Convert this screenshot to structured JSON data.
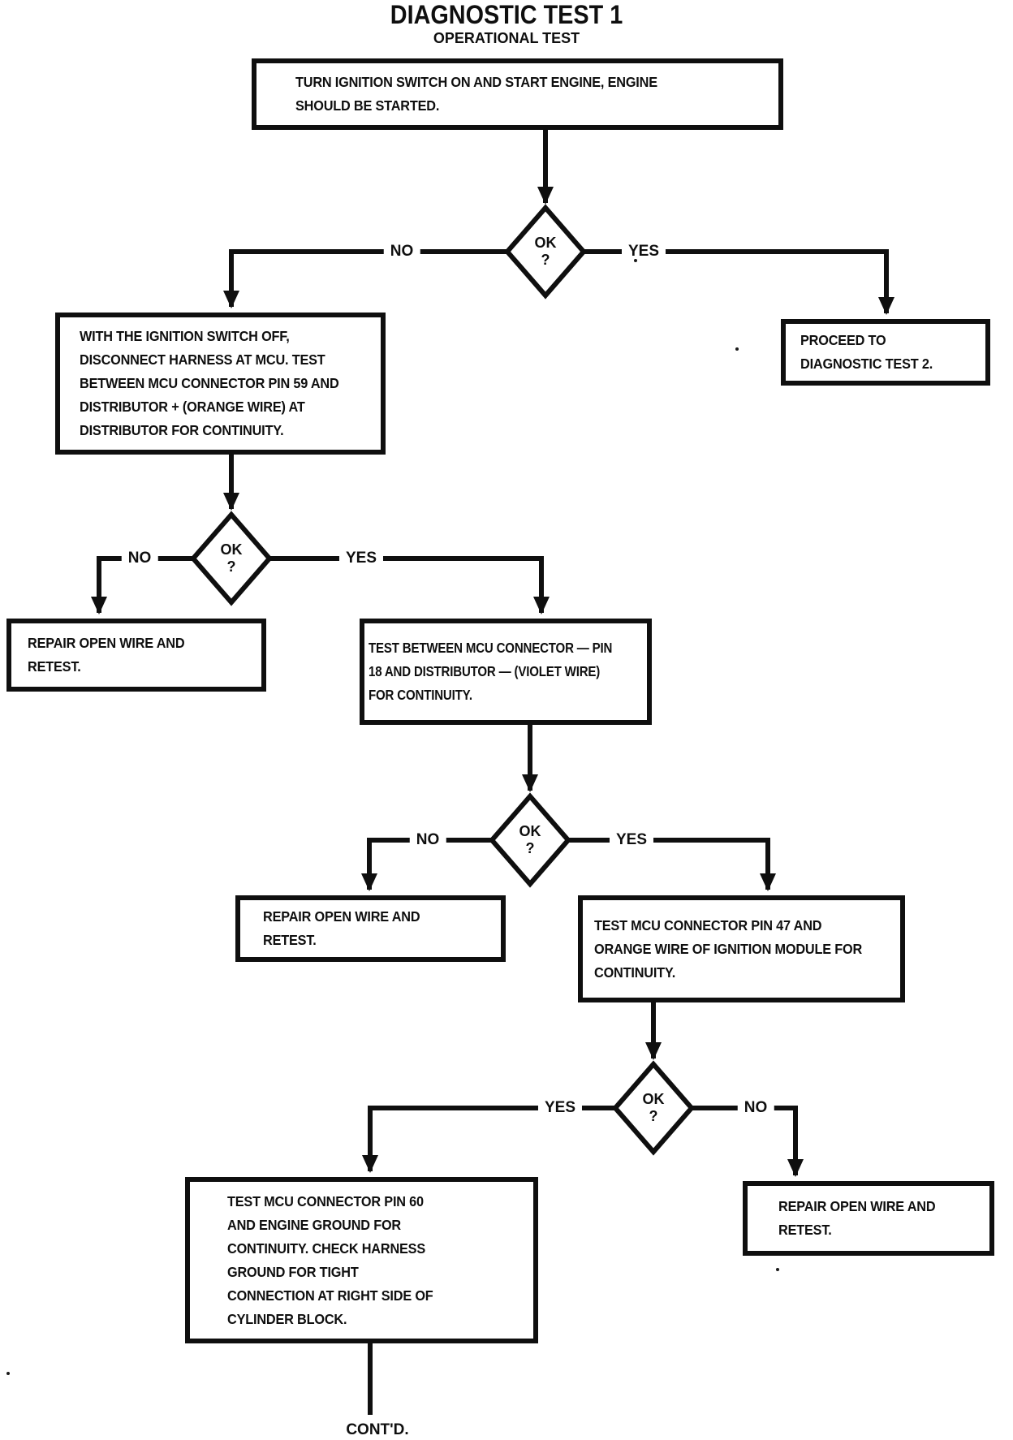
{
  "page": {
    "title": "DIAGNOSTIC TEST 1",
    "subtitle": "OPERATIONAL TEST",
    "footer": "CONT'D."
  },
  "labels": {
    "yes": "YES",
    "no": "NO",
    "ok": "OK\n?"
  },
  "nodes": {
    "start": "TURN IGNITION SWITCH ON AND START ENGINE, ENGINE\nSHOULD BE STARTED.",
    "proceed": "PROCEED TO\nDIAGNOSTIC TEST 2.",
    "check_pin59": "WITH THE IGNITION SWITCH OFF,\nDISCONNECT HARNESS AT MCU. TEST\nBETWEEN MCU CONNECTOR PIN 59 AND\nDISTRIBUTOR + (ORANGE WIRE) AT\nDISTRIBUTOR FOR CONTINUITY.",
    "repair1": "REPAIR OPEN WIRE AND\nRETEST.",
    "check_pin18": "TEST BETWEEN MCU CONNECTOR — PIN\n18 AND DISTRIBUTOR — (VIOLET WIRE)\nFOR CONTINUITY.",
    "repair2": "REPAIR OPEN WIRE AND\nRETEST.",
    "check_pin47": "TEST MCU CONNECTOR PIN 47 AND\nORANGE WIRE OF IGNITION MODULE FOR\nCONTINUITY.",
    "check_pin60": "TEST MCU CONNECTOR PIN 60\nAND ENGINE GROUND FOR\nCONTINUITY. CHECK HARNESS\nGROUND FOR TIGHT\nCONNECTION AT RIGHT SIDE OF\nCYLINDER BLOCK.",
    "repair3": "REPAIR OPEN WIRE AND\nRETEST."
  },
  "colors": {
    "ink": "#0f0f0f",
    "paper": "#ffffff"
  }
}
